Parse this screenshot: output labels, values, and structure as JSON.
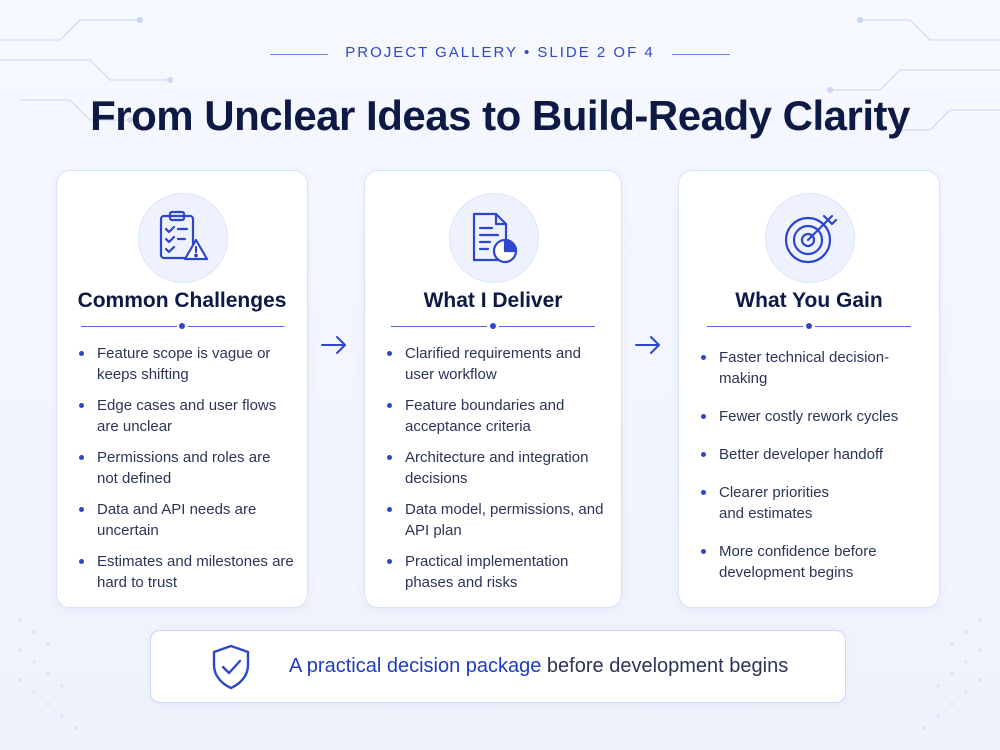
{
  "header": {
    "eyebrow": "PROJECT GALLERY • SLIDE 2 OF 4",
    "title": "From Unclear Ideas to Build-Ready Clarity"
  },
  "cards": [
    {
      "icon": "checklist-warning-icon",
      "title": "Common Challenges",
      "items": [
        "Feature scope is vague or keeps shifting",
        "Edge cases and user flows are unclear",
        "Permissions and roles are not defined",
        "Data and API needs are uncertain",
        "Estimates and milestones are hard to trust"
      ]
    },
    {
      "icon": "document-chart-icon",
      "title": "What I Deliver",
      "items": [
        "Clarified requirements and user workflow",
        "Feature boundaries and acceptance criteria",
        "Architecture and integration decisions",
        "Data model, permissions, and API plan",
        "Practical implementation phases and risks"
      ]
    },
    {
      "icon": "target-arrow-icon",
      "title": "What You Gain",
      "items": [
        "Faster technical decision-making",
        "Fewer costly rework cycles",
        "Better developer handoff",
        "Clearer priorities and estimates",
        "More confidence before development begins"
      ]
    }
  ],
  "banner": {
    "icon": "shield-check-icon",
    "highlight": "A practical decision package",
    "rest": " before development begins"
  },
  "colors": {
    "accent": "#2d46cc",
    "title": "#0d1a45",
    "body": "#2a3558",
    "card_border": "#d8e1fb"
  }
}
